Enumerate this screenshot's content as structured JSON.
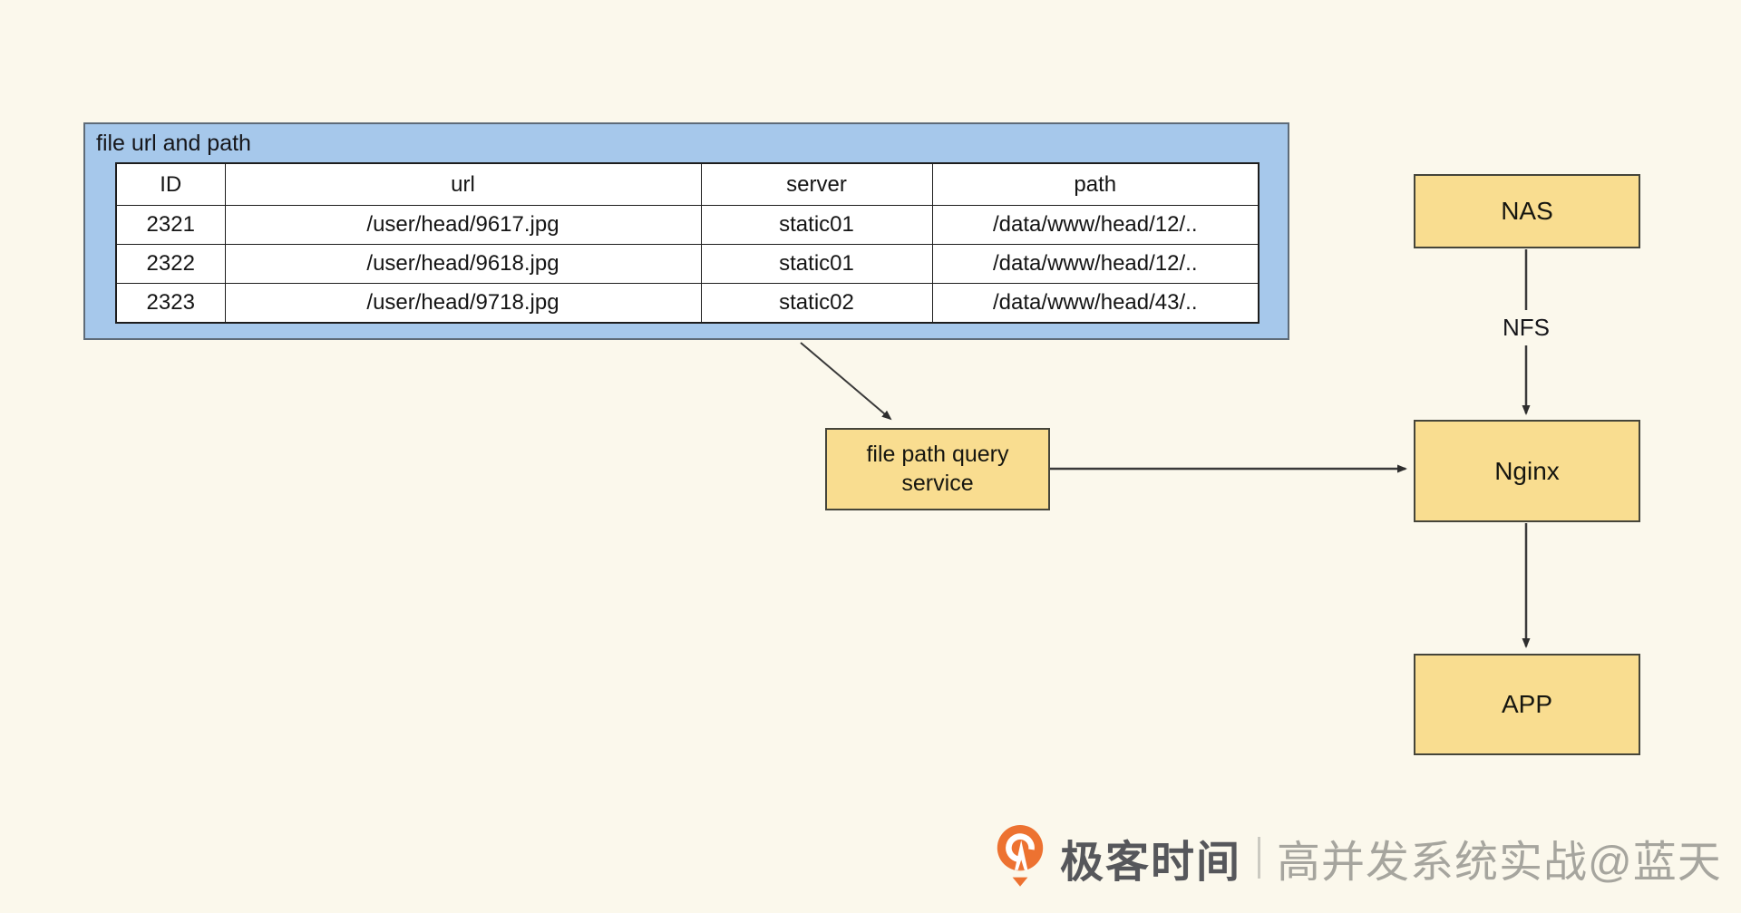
{
  "table_panel": {
    "label": "file url and path",
    "columns": [
      "ID",
      "url",
      "server",
      "path"
    ],
    "rows": [
      [
        "2321",
        "/user/head/9617.jpg",
        "static01",
        "/data/www/head/12/.."
      ],
      [
        "2322",
        "/user/head/9618.jpg",
        "static01",
        "/data/www/head/12/.."
      ],
      [
        "2323",
        "/user/head/9718.jpg",
        "static02",
        "/data/www/head/43/.."
      ]
    ]
  },
  "nodes": {
    "service": {
      "lines": [
        "file path query",
        "service"
      ]
    },
    "nas": {
      "label": "NAS"
    },
    "nginx": {
      "label": "Nginx"
    },
    "app": {
      "label": "APP"
    }
  },
  "edges": {
    "nfs_label": "NFS"
  },
  "watermark": {
    "brand": "极客时间",
    "caption": "高并发系统实战@蓝天"
  },
  "colors": {
    "background": "#fbf8ec",
    "panel_blue": "#a6c8eb",
    "node_yellow": "#f9dd90",
    "node_border": "#45453a",
    "arrow": "#3a3a3a",
    "logo_orange": "#ed7231"
  }
}
